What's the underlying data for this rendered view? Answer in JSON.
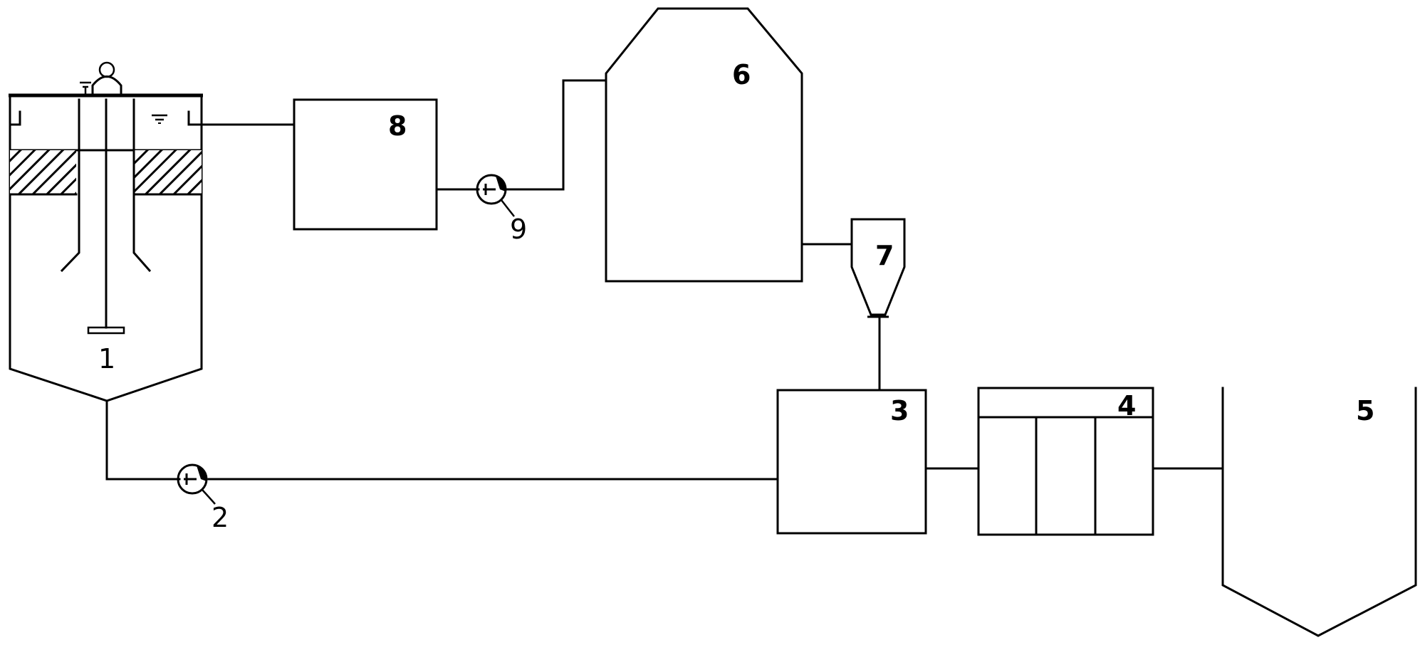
{
  "labels": {
    "reactor": "1",
    "pump_bottom": "2",
    "tank": "3",
    "filter_unit": "4",
    "storage_tank": "5",
    "dryer": "6",
    "cyclone": "7",
    "box_8": "8",
    "pump_top": "9"
  }
}
